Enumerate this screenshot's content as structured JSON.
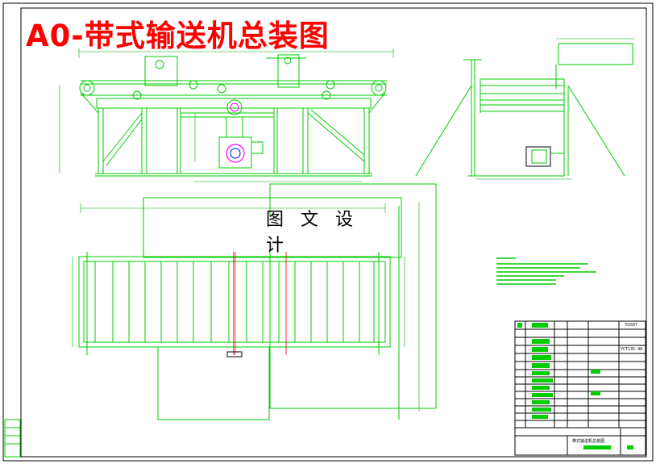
{
  "title": "A0-带式输送机总装图",
  "watermark": "图 文 设 计",
  "title_block": {
    "drawing_name": "带式输送机总装图",
    "part_codes": [
      "5SS97",
      "YCT135-4A"
    ]
  },
  "colors": {
    "line": "#00cc00",
    "title": "#ff0000",
    "accent": "#ff00ff",
    "red_line": "#ff0000"
  }
}
